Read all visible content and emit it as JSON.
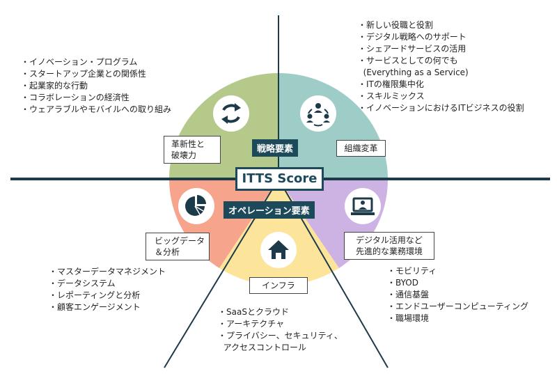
{
  "center_title": "ITTS Score",
  "strategy_label": "戦略要素",
  "operation_label": "オペレーション要素",
  "quadrants": {
    "innovation": {
      "icon": "refresh-icon",
      "label_line1": "革新性と",
      "label_line2": "破壊力",
      "color": "#b5c98b",
      "items": [
        "イノベーション・プログラム",
        "スタートアップ企業との関係性",
        "起業家的な行動",
        "コラボレーションの経済性",
        "ウェアラブルやモバイルへの取り組み"
      ]
    },
    "organization": {
      "icon": "team-network-icon",
      "label": "組織変革",
      "color": "#9ecdc8",
      "items": [
        "新しい役職と役割",
        "デジタル戦略へのサポート",
        "シェアードサービスの活用",
        "サービスとしての何でも",
        "(Everything as a Service)",
        "ITの権限集中化",
        "スキルミックス",
        "イノベーションにおけるITビジネスの役割"
      ]
    },
    "bigdata": {
      "icon": "pie-chart-icon",
      "label_line1": "ビッグデータ",
      "label_line2": "＆分析",
      "color": "#f7a48c",
      "items": [
        "マスターデータマネジメント",
        "データシステム",
        "レポーティングと分析",
        "顧客エンゲージメント"
      ]
    },
    "infra": {
      "icon": "house-icon",
      "label": "インフラ",
      "color": "#fde49b",
      "items": [
        "SaaSとクラウド",
        "アーキテクチャ",
        "プライバシー、セキュリティ、",
        "アクセスコントロール"
      ]
    },
    "digital": {
      "icon": "laptop-user-icon",
      "label_line1": "デジタル活用など",
      "label_line2": "先進的な業務環境",
      "color": "#cdb3e3",
      "items": [
        "モビリティ",
        "BYOD",
        "通信基盤",
        "エンドユーザーコンピューティング",
        "職場環境"
      ]
    }
  },
  "colors": {
    "navy": "#1d4a5b",
    "line": "#1d3a4a"
  }
}
